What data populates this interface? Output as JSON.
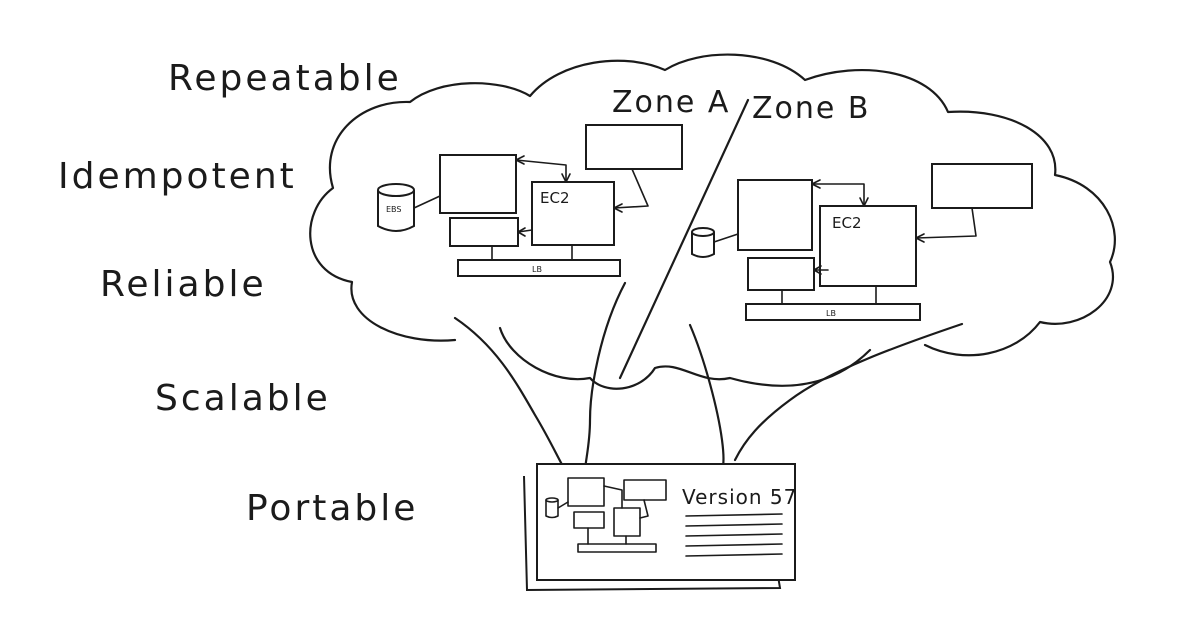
{
  "properties": [
    "Repeatable",
    "Idempotent",
    "Reliable",
    "Scalable",
    "Portable"
  ],
  "zones": [
    "Zone A",
    "Zone B"
  ],
  "components": {
    "instance": "EC2",
    "storage": "EBS",
    "load_balancer": "LB"
  },
  "template": {
    "version": "Version 57"
  }
}
